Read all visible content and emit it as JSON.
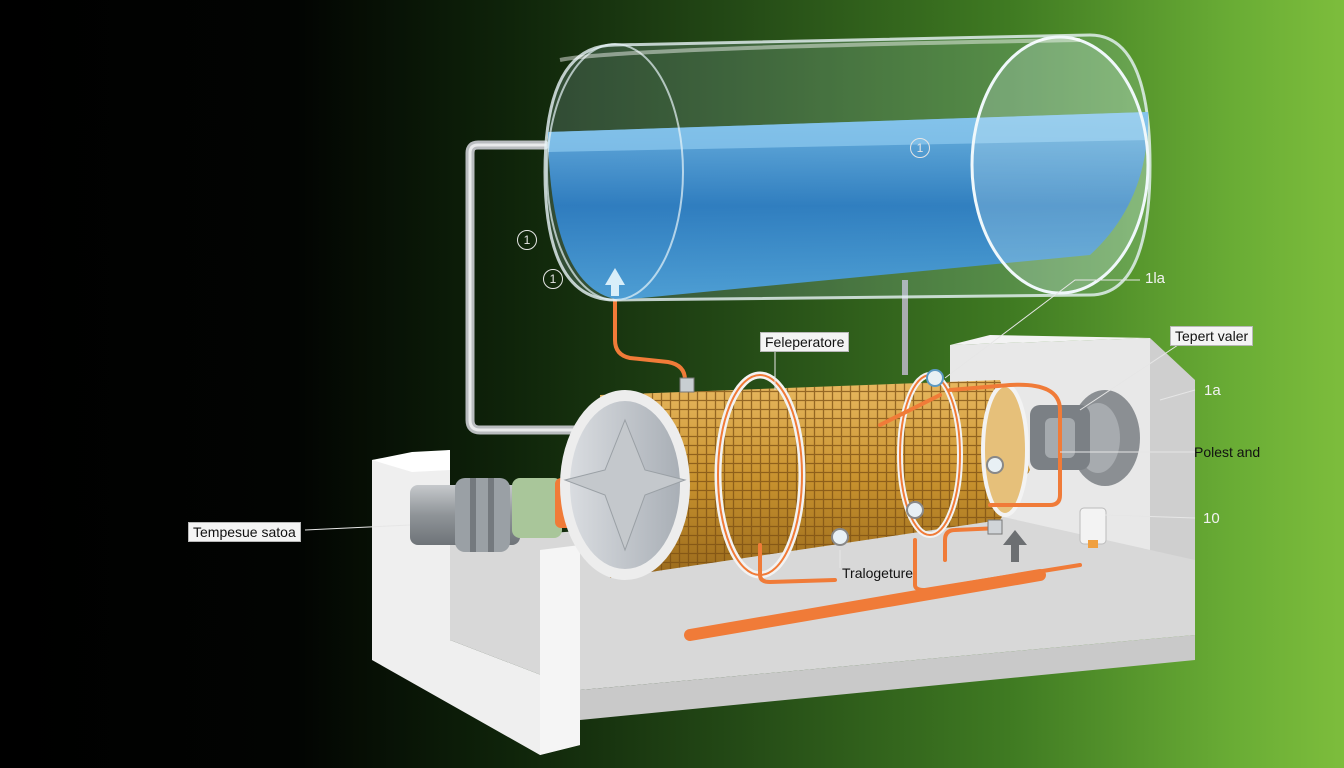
{
  "labels": {
    "feleperatore": "Feleperatore",
    "tepert_valer": "Tepert valer",
    "polest_and": "Polest and",
    "tempesue_satoa": "Tempesue satoa",
    "tralogeture": "Tralogeture"
  },
  "numbers": {
    "n_1la": "1la",
    "n_1a": "1a",
    "n_10": "10"
  },
  "badges": {
    "tank": "1",
    "pipe_upper": "1",
    "pipe_lower": "1"
  },
  "colors": {
    "water": "#3f8fd0",
    "copper_pipe": "#f07b38",
    "coil": "#c8922e",
    "housing": "#ececec"
  }
}
